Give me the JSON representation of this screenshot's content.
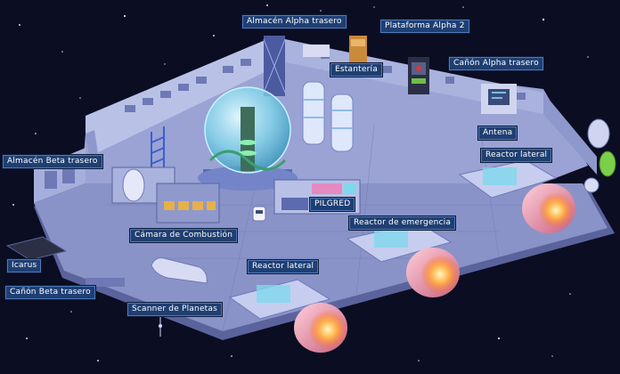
{
  "labels": {
    "almacen_alpha_trasero": "Almacén Alpha trasero",
    "plataforma_alpha_2": "Plataforma Alpha 2",
    "estanteria": "Estantería",
    "canon_alpha_trasero": "Cañón Alpha trasero",
    "antena": "Antena",
    "almacen_beta_trasero": "Almacén Beta trasero",
    "reactor_lateral_1": "Reactor lateral",
    "pilgred": "PILGRED",
    "reactor_emergencia": "Reactor de emergencia",
    "camara_combustion": "Cámara de Combustión",
    "icarus": "Icarus",
    "reactor_lateral_2": "Reactor lateral",
    "canon_beta_trasero": "Cañón Beta trasero",
    "scanner_planetas": "Scanner de Planetas"
  },
  "colors": {
    "space": "#0b0d22",
    "floor": "#8a93c8",
    "wall": "#b9c2e6",
    "label_bg": "#1f3f73",
    "dome": "#7fd8ec",
    "thruster_glow": "#ffb04a",
    "engine_ring": "#f0a0b8"
  }
}
